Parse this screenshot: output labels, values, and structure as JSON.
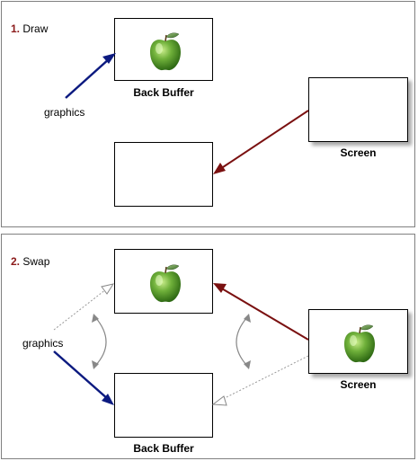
{
  "panel_draw": {
    "step_number": "1.",
    "step_label": "Draw",
    "back_buffer_label": "Back Buffer",
    "screen_label": "Screen",
    "graphics_label": "graphics"
  },
  "panel_swap": {
    "step_number": "2.",
    "step_label": "Swap",
    "back_buffer_label": "Back Buffer",
    "screen_label": "Screen",
    "graphics_label": "graphics"
  },
  "colors": {
    "graphics_arrow": "#0c1a80",
    "screen_arrow": "#7a1010",
    "step_number": "#8b1a1a",
    "swap_arrow": "#888888",
    "apple_green": "#5a9a2a"
  },
  "icons": {
    "apple": "apple-icon"
  }
}
